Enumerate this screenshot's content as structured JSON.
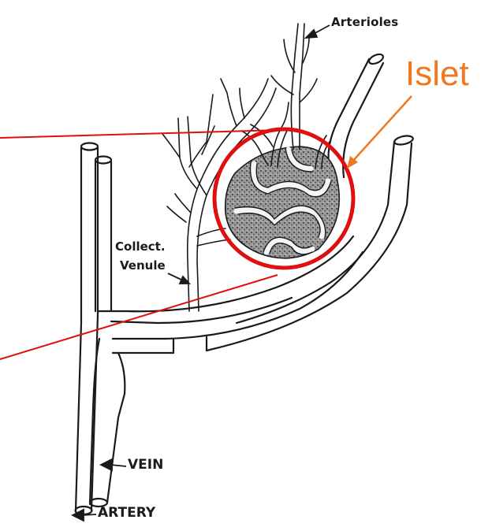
{
  "labels": {
    "arterioles": "Arterioles",
    "islet": "Islet",
    "collect": "Collect.",
    "venule": "Venule",
    "vein": "VEIN",
    "artery": "ARTERY"
  },
  "colors": {
    "highlight_red": "#e01010",
    "callout_orange": "#f07820",
    "ink": "#1a1a1a",
    "islet_fill": "#8a8a8a"
  }
}
